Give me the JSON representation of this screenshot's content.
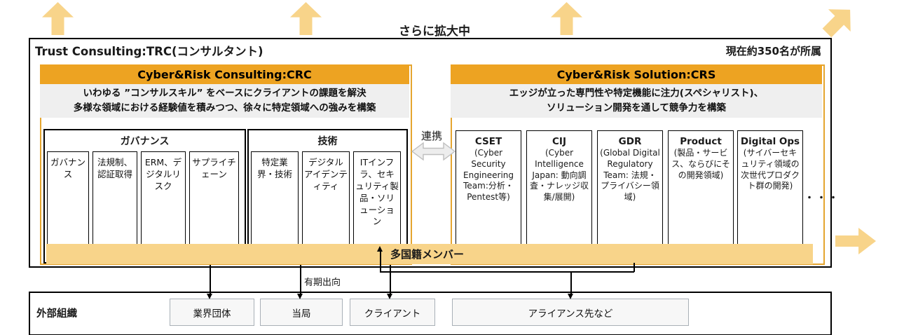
{
  "expansion_label": "さらに拡大中",
  "headcount_label": "現在約350名が所属",
  "trc": {
    "title": "Trust Consulting:TRC(コンサルタント)"
  },
  "crc": {
    "header": "Cyber&Risk Consulting:CRC",
    "subtitle_line1": "いわゆる ”コンサルスキル” をベースにクライアントの課題を解決",
    "subtitle_line2": "多様な領域における経験値を積みつつ、徐々に特定領域への強みを構築",
    "groups": [
      {
        "title": "ガバナンス",
        "columns": [
          "ガバナンス",
          "法規制、認証取得",
          "ERM、デジタルリスク",
          "サプライチェーン"
        ]
      },
      {
        "title": "技術",
        "columns": [
          "特定業界・技術",
          "デジタルアイデンティティ",
          "ITインフラ、セキュリティ製品・ソリューション"
        ]
      }
    ]
  },
  "link_label": "連携",
  "crs": {
    "header": "Cyber&Risk Solution:CRS",
    "subtitle_line1": "エッジが立った専門性や特定機能に注力(スペシャリスト)、",
    "subtitle_line2": "ソリューション開発を通して競争力を構築",
    "teams": [
      {
        "name": "CSET",
        "desc": "(Cyber Security Engineering Team:分析・Pentest等)"
      },
      {
        "name": "CIJ",
        "desc": "(Cyber Intelligence Japan: 動向調査・ナレッジ収集/展開)"
      },
      {
        "name": "GDR",
        "desc": "(Global Digital Regulatory Team: 法規・プライバシー領域)"
      },
      {
        "name": "Product",
        "desc": "(製品・サービス、ならびにその開発領域)"
      },
      {
        "name": "Digital Ops",
        "desc": "(サイバーセキュリティ領域の次世代プロダクト群の開発)"
      }
    ],
    "more_label": "・・・"
  },
  "band_label": "多国籍メンバー",
  "secondment_label": "有期出向",
  "external": {
    "title": "外部組織",
    "boxes": [
      "業界団体",
      "当局",
      "クライアント",
      "アライアンス先など"
    ]
  },
  "colors": {
    "orange": "#EDA322",
    "orange_border": "#E5A52F",
    "light_orange": "#F8D48A",
    "subtitle_gray": "#EFEFEF"
  }
}
